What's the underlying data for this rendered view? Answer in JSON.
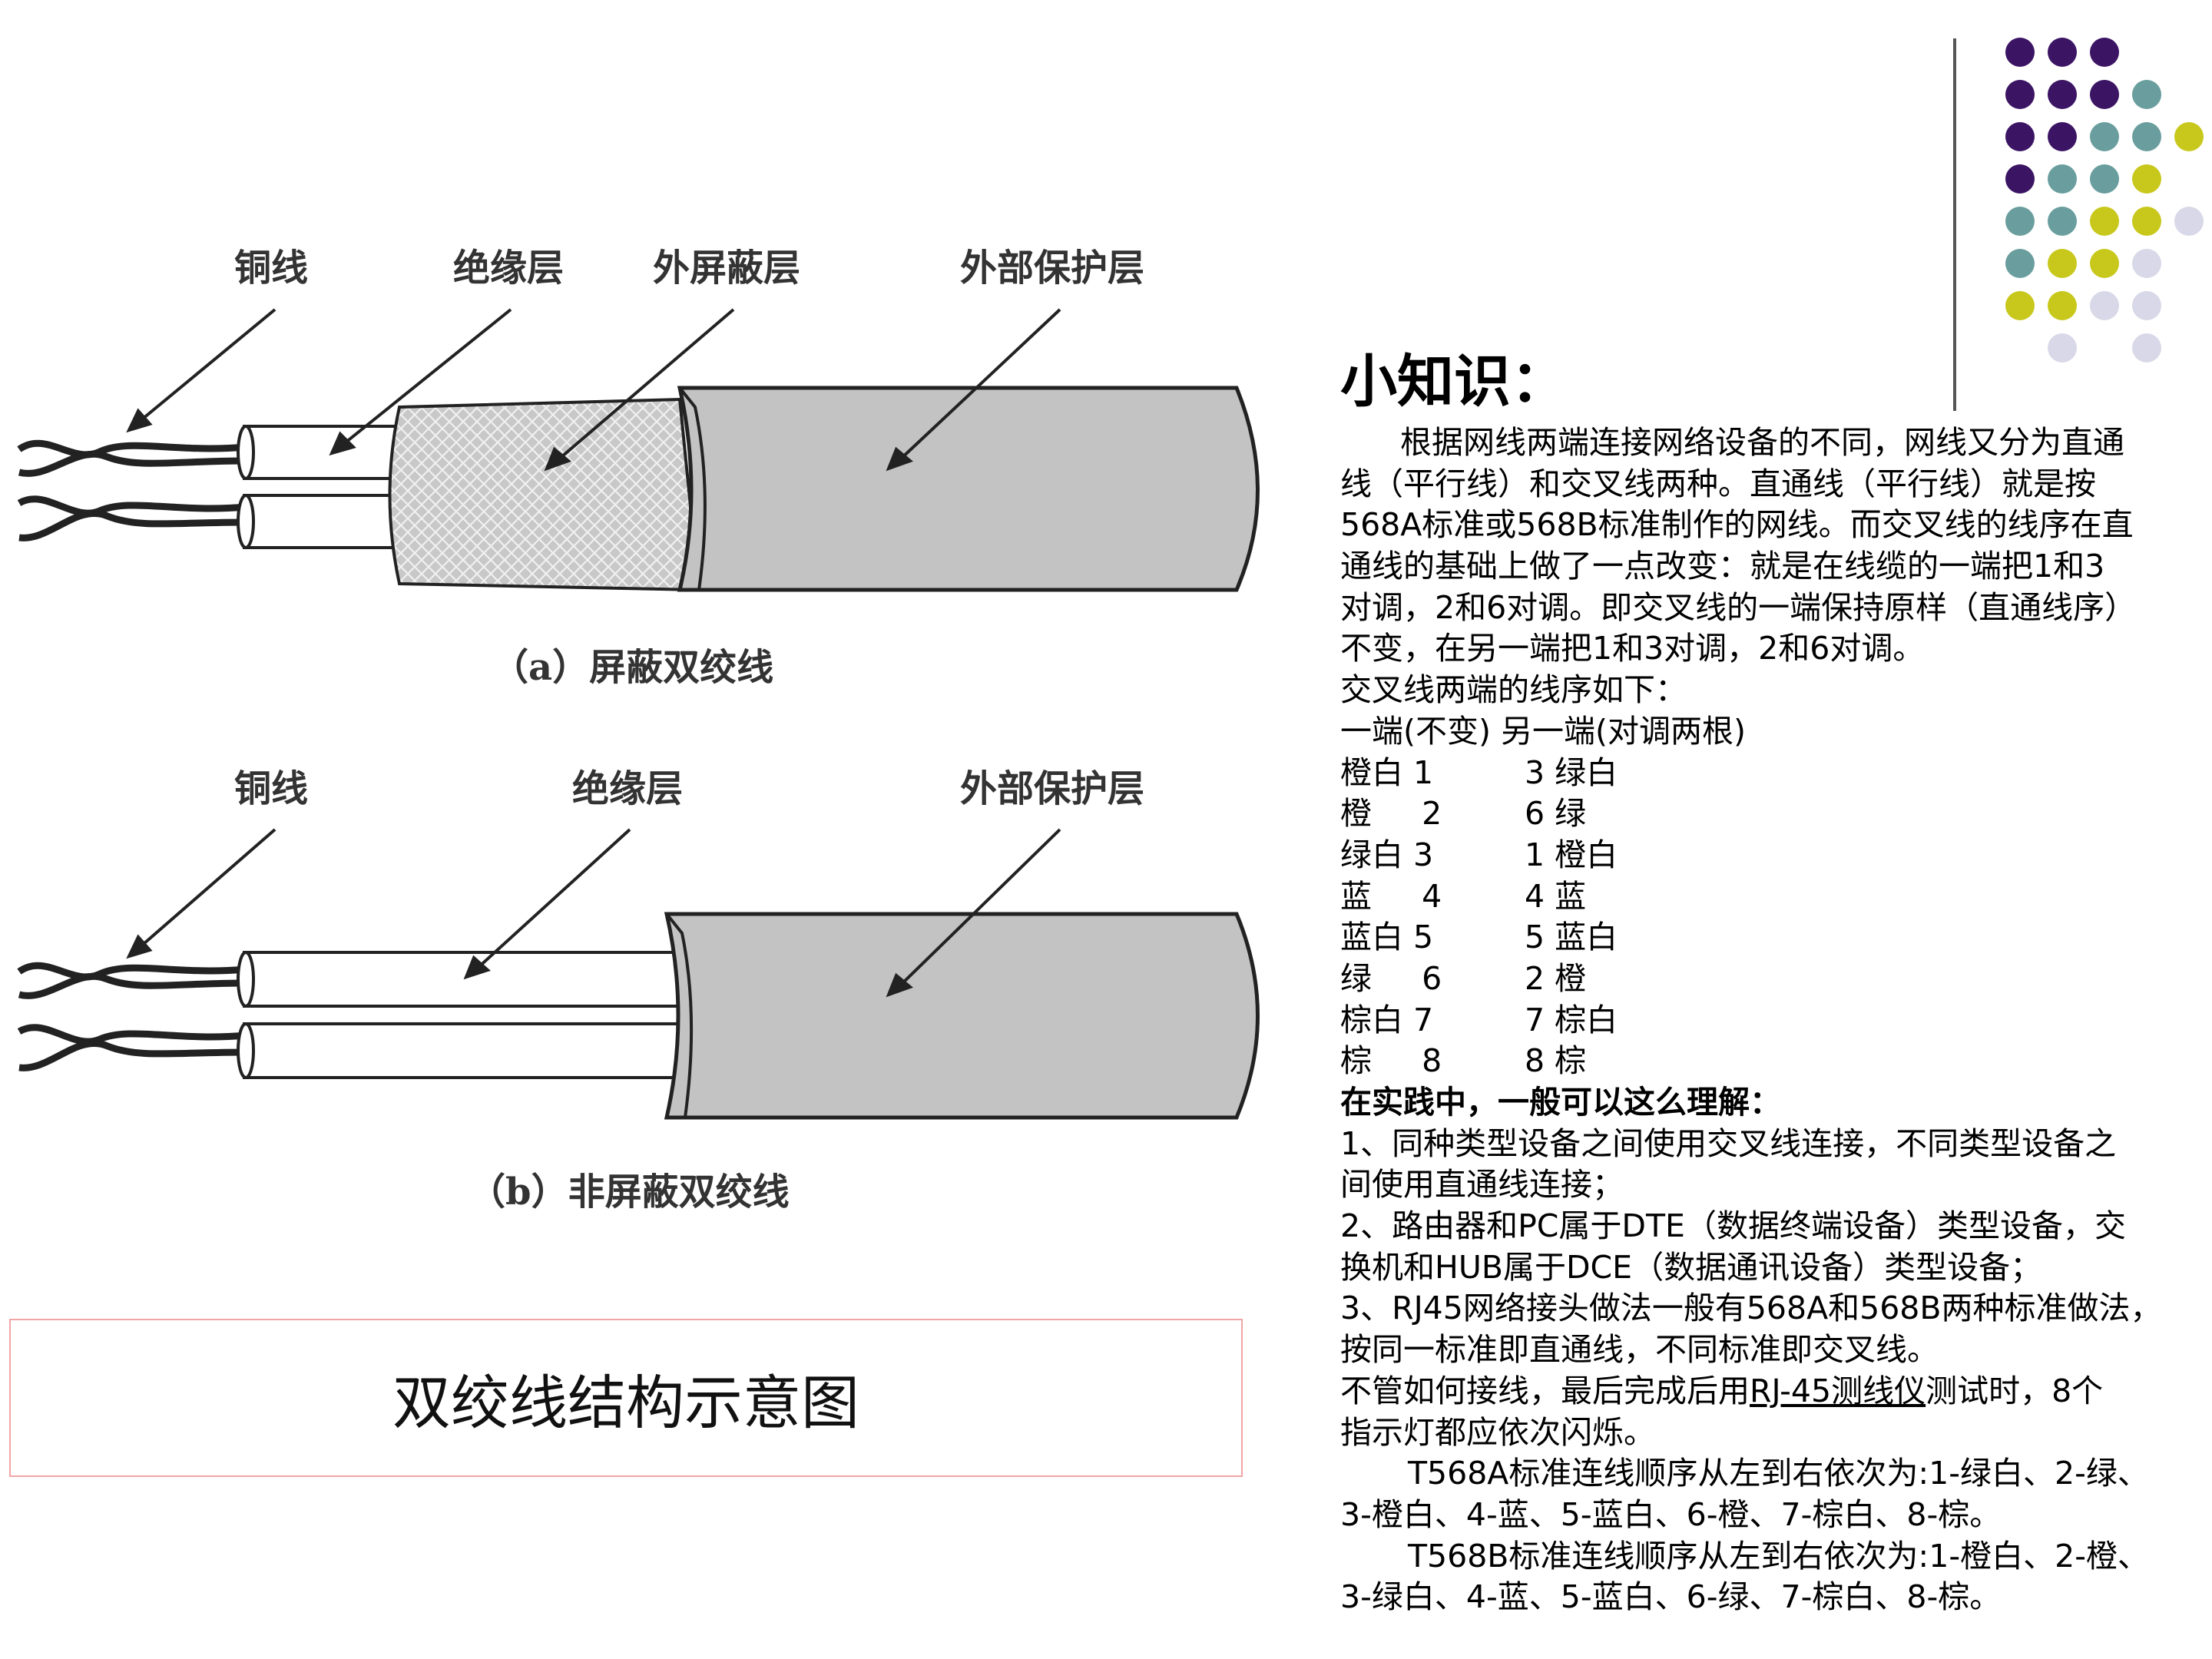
{
  "diagram": {
    "shielded": {
      "labels": [
        "铜线",
        "绝缘层",
        "外屏蔽层",
        "外部保护层"
      ],
      "caption": "（a）屏蔽双绞线"
    },
    "unshielded": {
      "labels": [
        "铜线",
        "绝缘层",
        "外部保护层"
      ],
      "caption": "（b）非屏蔽双绞线"
    },
    "title": "双绞线结构示意图"
  },
  "knowledge": {
    "title": "小知识：",
    "intro": [
      "根据网线两端连接网络设备的不同，网线又分为直通",
      "线（平行线）和交叉线两种。直通线（平行线）就是按",
      "568A标准或568B标准制作的网线。而交叉线的线序在直",
      "通线的基础上做了一点改变：就是在线缆的一端把1和3",
      "对调，2和6对调。即交叉线的一端保持原样（直通线序）",
      "不变，在另一端把1和3对调，2和6对调。"
    ],
    "sequence_heading": "交叉线两端的线序如下：",
    "table_header": "一端(不变) 另一端(对调两根)",
    "rows": [
      {
        "a": "橙白",
        "n": "1",
        "b": "3 绿白"
      },
      {
        "a": "橙",
        "n": "2",
        "b": "6 绿"
      },
      {
        "a": "绿白",
        "n": "3",
        "b": "1 橙白"
      },
      {
        "a": "蓝",
        "n": "4",
        "b": "4  蓝"
      },
      {
        "a": "蓝白",
        "n": "5",
        "b": "5 蓝白"
      },
      {
        "a": "绿",
        "n": "6",
        "b": "2 橙"
      },
      {
        "a": "棕白",
        "n": "7",
        "b": "7 棕白"
      },
      {
        "a": "棕",
        "n": "8",
        "b": "8 棕"
      }
    ],
    "practice_heading": "在实践中，一般可以这么理解：",
    "practice": [
      "1、同种类型设备之间使用交叉线连接，不同类型设备之",
      "间使用直通线连接；",
      "2、路由器和PC属于DTE（数据终端设备）类型设备，交",
      "换机和HUB属于DCE（数据通讯设备）类型设备；",
      "3、RJ45网络接头做法一般有568A和568B两种标准做法，",
      "按同一标准即直通线，不同标准即交叉线。"
    ],
    "tester_line_pre": "不管如何接线，最后完成后用",
    "tester_link": "RJ-45测线仪",
    "tester_line_post": "测试时，8个",
    "tester_line2": "指示灯都应依次闪烁。",
    "t568a": [
      "T568A标准连线顺序从左到右依次为:1-绿白、2-绿、",
      "3-橙白、4-蓝、5-蓝白、6-橙、7-棕白、8-棕。"
    ],
    "t568b": [
      "T568B标准连线顺序从左到右依次为:1-橙白、2-橙、",
      "3-绿白、4-蓝、5-蓝白、6-绿、7-棕白、8-棕。"
    ]
  },
  "decoration": {
    "dot_colors": [
      "#3b1464",
      "#6a9e9e",
      "#c8c81c",
      "#d8d8e8"
    ]
  }
}
